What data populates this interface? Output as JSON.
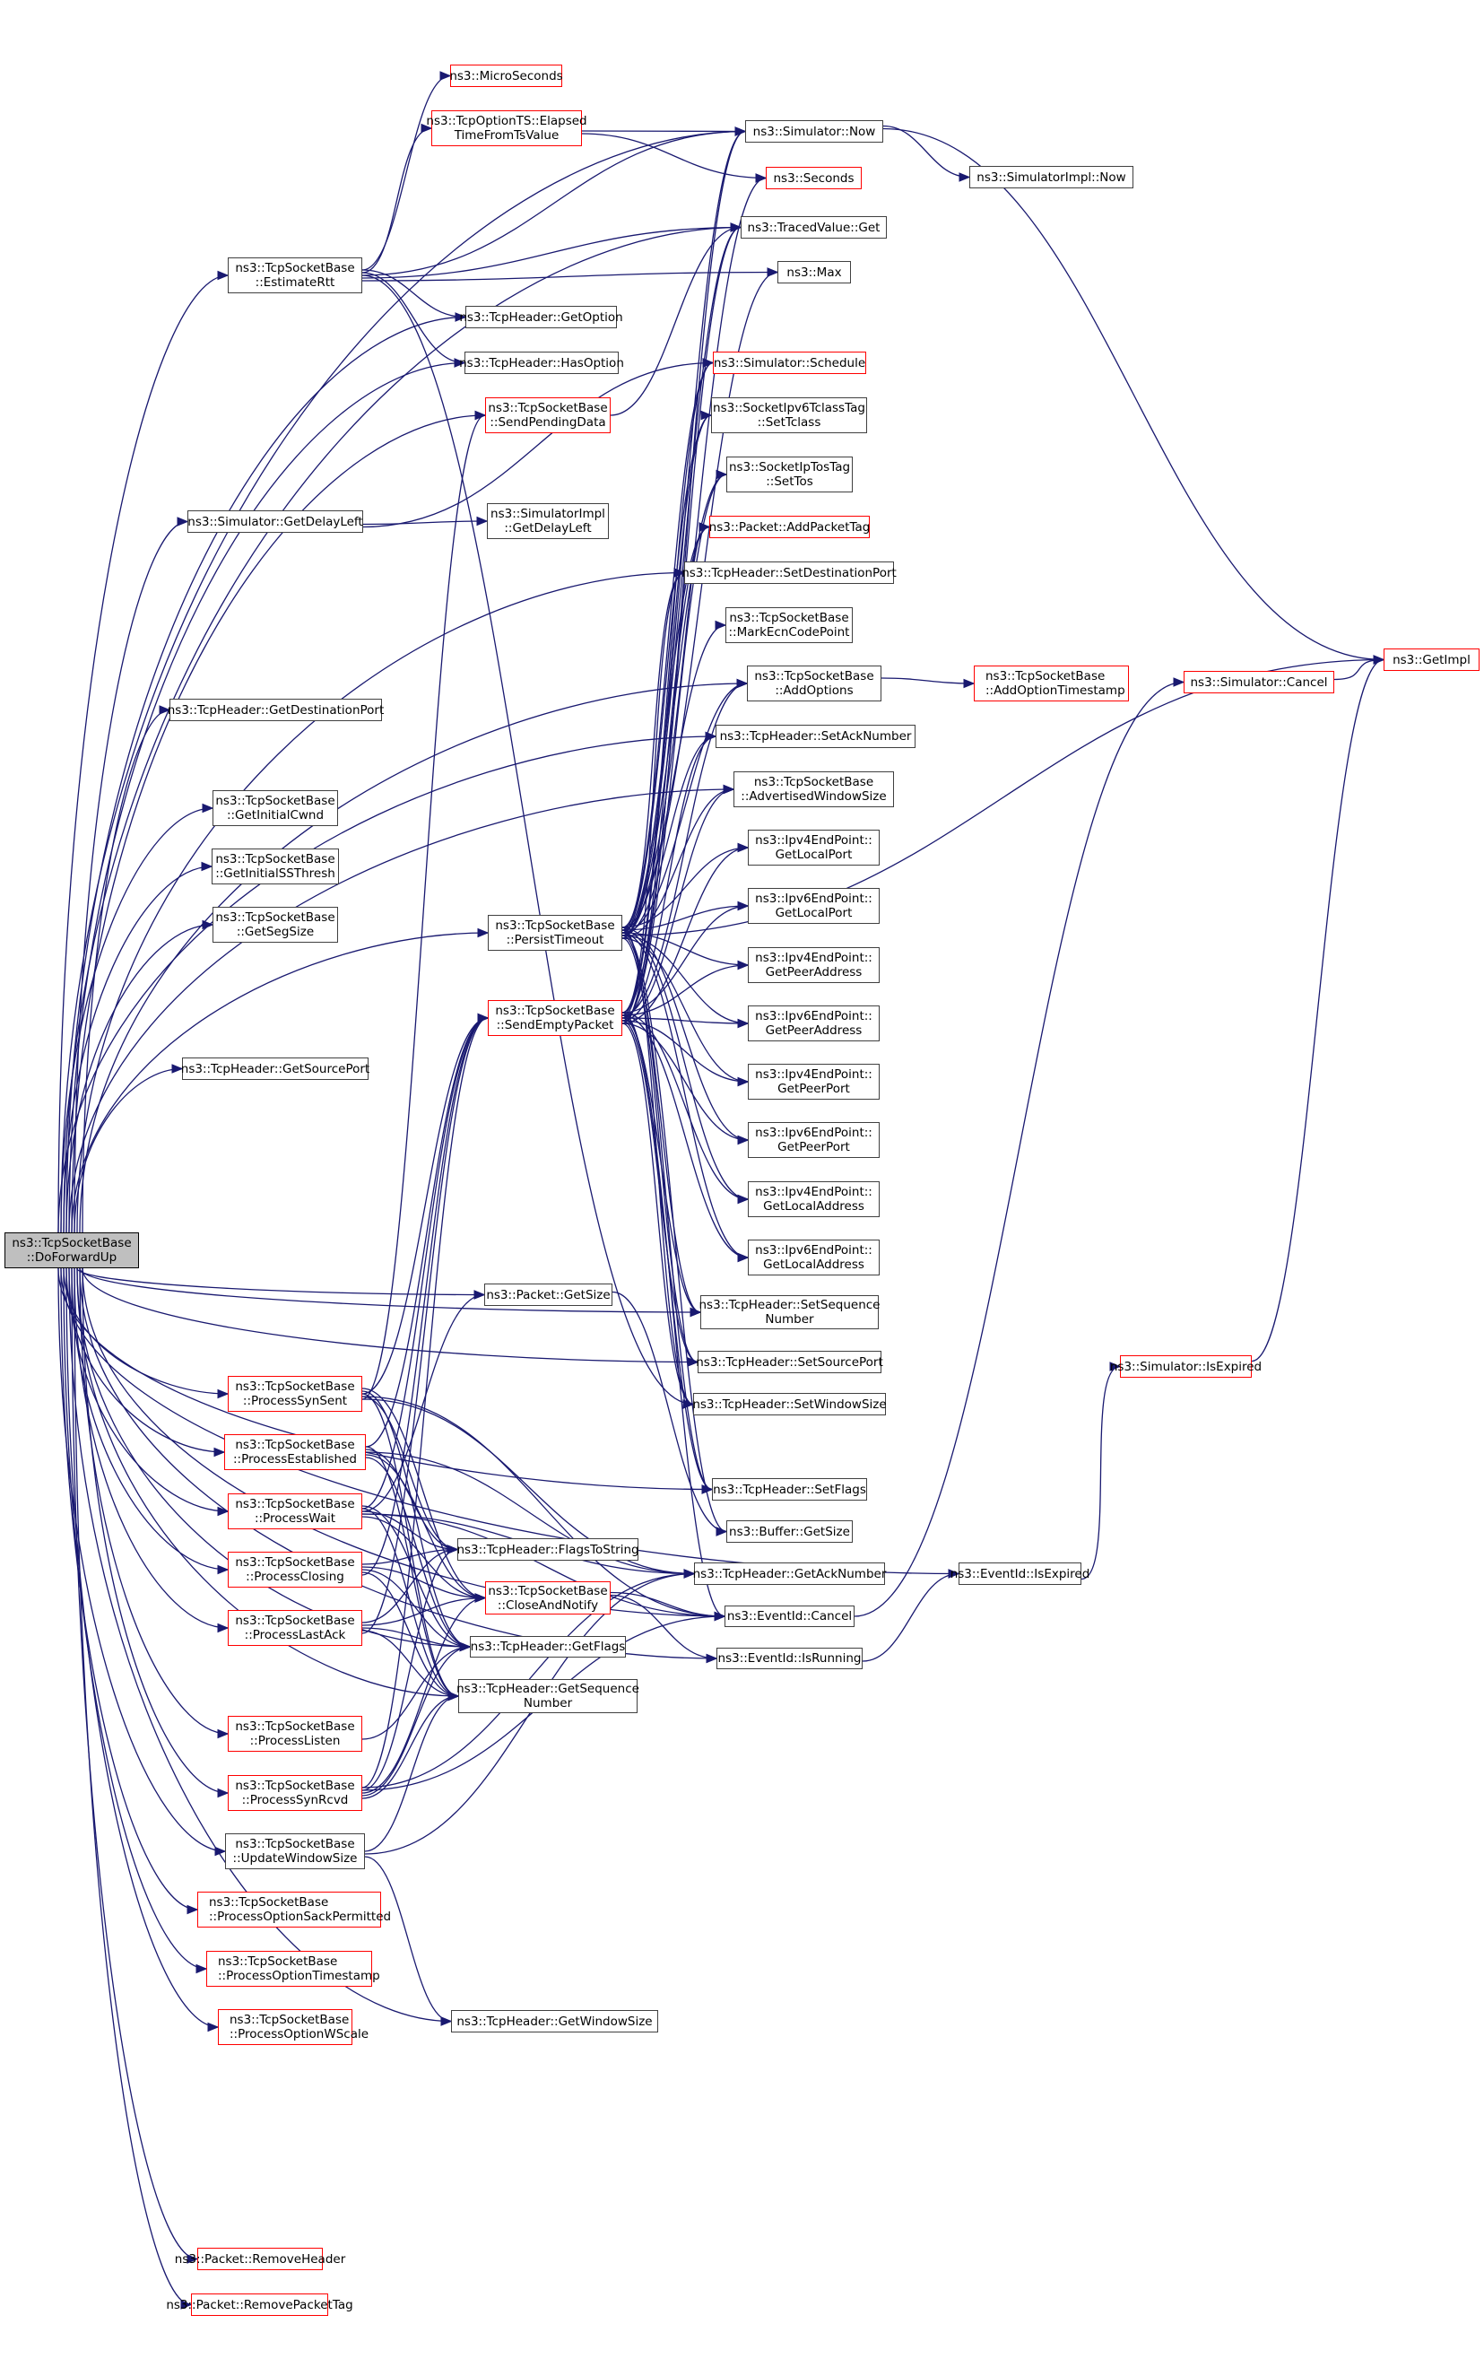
{
  "diagram": {
    "type": "call-graph",
    "root": "doforwardup",
    "colors": {
      "edge": "#191970",
      "node_border": "#404040",
      "undocumented_border": "#ff0000",
      "root_fill": "#bfbfbf"
    },
    "nodes": [
      {
        "id": "doforwardup",
        "label": "ns3::TcpSocketBase\n::DoForwardUp",
        "style": "root"
      },
      {
        "id": "estimatertt",
        "label": "ns3::TcpSocketBase\n::EstimateRtt",
        "style": "normal"
      },
      {
        "id": "microseconds",
        "label": "ns3::MicroSeconds",
        "style": "red"
      },
      {
        "id": "elapsedtime",
        "label": "ns3::TcpOptionTS::Elapsed\nTimeFromTsValue",
        "style": "red"
      },
      {
        "id": "simnow",
        "label": "ns3::Simulator::Now",
        "style": "normal"
      },
      {
        "id": "simimplnow",
        "label": "ns3::SimulatorImpl::Now",
        "style": "normal"
      },
      {
        "id": "seconds",
        "label": "ns3::Seconds",
        "style": "red"
      },
      {
        "id": "tracedget",
        "label": "ns3::TracedValue::Get",
        "style": "normal"
      },
      {
        "id": "max",
        "label": "ns3::Max",
        "style": "normal"
      },
      {
        "id": "getoption",
        "label": "ns3::TcpHeader::GetOption",
        "style": "normal"
      },
      {
        "id": "hasoption",
        "label": "ns3::TcpHeader::HasOption",
        "style": "normal"
      },
      {
        "id": "schedule",
        "label": "ns3::Simulator::Schedule",
        "style": "red"
      },
      {
        "id": "sendpending",
        "label": "ns3::TcpSocketBase\n::SendPendingData",
        "style": "red"
      },
      {
        "id": "settclass",
        "label": "ns3::SocketIpv6TclassTag\n::SetTclass",
        "style": "normal"
      },
      {
        "id": "settos",
        "label": "ns3::SocketIpTosTag\n::SetTos",
        "style": "normal"
      },
      {
        "id": "getdelayleft",
        "label": "ns3::Simulator::GetDelayLeft",
        "style": "normal"
      },
      {
        "id": "implgetdelayleft",
        "label": "ns3::SimulatorImpl\n::GetDelayLeft",
        "style": "normal"
      },
      {
        "id": "addpackettag",
        "label": "ns3::Packet::AddPacketTag",
        "style": "red"
      },
      {
        "id": "setdestport",
        "label": "ns3::TcpHeader::SetDestinationPort",
        "style": "normal"
      },
      {
        "id": "markecn",
        "label": "ns3::TcpSocketBase\n::MarkEcnCodePoint",
        "style": "normal"
      },
      {
        "id": "addoptions",
        "label": "ns3::TcpSocketBase\n::AddOptions",
        "style": "normal"
      },
      {
        "id": "addopttimestamp",
        "label": "ns3::TcpSocketBase\n::AddOptionTimestamp",
        "style": "red"
      },
      {
        "id": "getimpl",
        "label": "ns3::GetImpl",
        "style": "red"
      },
      {
        "id": "simcancel",
        "label": "ns3::Simulator::Cancel",
        "style": "red"
      },
      {
        "id": "getdestport",
        "label": "ns3::TcpHeader::GetDestinationPort",
        "style": "normal"
      },
      {
        "id": "setacknumber",
        "label": "ns3::TcpHeader::SetAckNumber",
        "style": "normal"
      },
      {
        "id": "advwindow",
        "label": "ns3::TcpSocketBase\n::AdvertisedWindowSize",
        "style": "normal"
      },
      {
        "id": "getinitialcwnd",
        "label": "ns3::TcpSocketBase\n::GetInitialCwnd",
        "style": "normal"
      },
      {
        "id": "getinitialssthresh",
        "label": "ns3::TcpSocketBase\n::GetInitialSSThresh",
        "style": "normal"
      },
      {
        "id": "getsegsize",
        "label": "ns3::TcpSocketBase\n::GetSegSize",
        "style": "normal"
      },
      {
        "id": "persisttimeout",
        "label": "ns3::TcpSocketBase\n::PersistTimeout",
        "style": "normal"
      },
      {
        "id": "sendemptypacket",
        "label": "ns3::TcpSocketBase\n::SendEmptyPacket",
        "style": "red"
      },
      {
        "id": "ipv4localport",
        "label": "ns3::Ipv4EndPoint::\nGetLocalPort",
        "style": "normal"
      },
      {
        "id": "ipv6localport",
        "label": "ns3::Ipv6EndPoint::\nGetLocalPort",
        "style": "normal"
      },
      {
        "id": "ipv4peeraddr",
        "label": "ns3::Ipv4EndPoint::\nGetPeerAddress",
        "style": "normal"
      },
      {
        "id": "ipv6peeraddr",
        "label": "ns3::Ipv6EndPoint::\nGetPeerAddress",
        "style": "normal"
      },
      {
        "id": "ipv4peerport",
        "label": "ns3::Ipv4EndPoint::\nGetPeerPort",
        "style": "normal"
      },
      {
        "id": "ipv6peerport",
        "label": "ns3::Ipv6EndPoint::\nGetPeerPort",
        "style": "normal"
      },
      {
        "id": "ipv4localaddr",
        "label": "ns3::Ipv4EndPoint::\nGetLocalAddress",
        "style": "normal"
      },
      {
        "id": "ipv6localaddr",
        "label": "ns3::Ipv6EndPoint::\nGetLocalAddress",
        "style": "normal"
      },
      {
        "id": "getsourceport",
        "label": "ns3::TcpHeader::GetSourcePort",
        "style": "normal"
      },
      {
        "id": "packetgetsize",
        "label": "ns3::Packet::GetSize",
        "style": "normal"
      },
      {
        "id": "setseqnum",
        "label": "ns3::TcpHeader::SetSequence\nNumber",
        "style": "normal"
      },
      {
        "id": "setsourceport",
        "label": "ns3::TcpHeader::SetSourcePort",
        "style": "normal"
      },
      {
        "id": "setwindowsize",
        "label": "ns3::TcpHeader::SetWindowSize",
        "style": "normal"
      },
      {
        "id": "simisexpired",
        "label": "ns3::Simulator::IsExpired",
        "style": "red"
      },
      {
        "id": "processsynsent",
        "label": "ns3::TcpSocketBase\n::ProcessSynSent",
        "style": "red"
      },
      {
        "id": "processestablished",
        "label": "ns3::TcpSocketBase\n::ProcessEstablished",
        "style": "red"
      },
      {
        "id": "processwait",
        "label": "ns3::TcpSocketBase\n::ProcessWait",
        "style": "red"
      },
      {
        "id": "setflags",
        "label": "ns3::TcpHeader::SetFlags",
        "style": "normal"
      },
      {
        "id": "buffergetsize",
        "label": "ns3::Buffer::GetSize",
        "style": "normal"
      },
      {
        "id": "processclosing",
        "label": "ns3::TcpSocketBase\n::ProcessClosing",
        "style": "red"
      },
      {
        "id": "flagstostring",
        "label": "ns3::TcpHeader::FlagsToString",
        "style": "normal"
      },
      {
        "id": "eventisexpired",
        "label": "ns3::EventId::IsExpired",
        "style": "normal"
      },
      {
        "id": "getacknumber",
        "label": "ns3::TcpHeader::GetAckNumber",
        "style": "normal"
      },
      {
        "id": "processlastack",
        "label": "ns3::TcpSocketBase\n::ProcessLastAck",
        "style": "red"
      },
      {
        "id": "closeandnotify",
        "label": "ns3::TcpSocketBase\n::CloseAndNotify",
        "style": "red"
      },
      {
        "id": "eventcancel",
        "label": "ns3::EventId::Cancel",
        "style": "normal"
      },
      {
        "id": "getflags",
        "label": "ns3::TcpHeader::GetFlags",
        "style": "normal"
      },
      {
        "id": "isrunning",
        "label": "ns3::EventId::IsRunning",
        "style": "normal"
      },
      {
        "id": "processlisten",
        "label": "ns3::TcpSocketBase\n::ProcessListen",
        "style": "red"
      },
      {
        "id": "getseqnum",
        "label": "ns3::TcpHeader::GetSequence\nNumber",
        "style": "normal"
      },
      {
        "id": "processsynrcvd",
        "label": "ns3::TcpSocketBase\n::ProcessSynRcvd",
        "style": "red"
      },
      {
        "id": "updatewindowsize",
        "label": "ns3::TcpSocketBase\n::UpdateWindowSize",
        "style": "normal"
      },
      {
        "id": "optsackpermitted",
        "label": "ns3::TcpSocketBase\n::ProcessOptionSackPermitted",
        "style": "red"
      },
      {
        "id": "opttimestamp",
        "label": "ns3::TcpSocketBase\n::ProcessOptionTimestamp",
        "style": "red"
      },
      {
        "id": "optwscale",
        "label": "ns3::TcpSocketBase\n::ProcessOptionWScale",
        "style": "red"
      },
      {
        "id": "getwindowsize",
        "label": "ns3::TcpHeader::GetWindowSize",
        "style": "normal"
      },
      {
        "id": "removeheader",
        "label": "ns3::Packet::RemoveHeader",
        "style": "red"
      },
      {
        "id": "removepackettag",
        "label": "ns3::Packet::RemovePacketTag",
        "style": "red"
      }
    ],
    "edges": [
      [
        "doforwardup",
        "estimatertt"
      ],
      [
        "doforwardup",
        "simnow"
      ],
      [
        "doforwardup",
        "tracedget"
      ],
      [
        "doforwardup",
        "getoption"
      ],
      [
        "doforwardup",
        "hasoption"
      ],
      [
        "doforwardup",
        "sendpending"
      ],
      [
        "doforwardup",
        "getdelayleft"
      ],
      [
        "doforwardup",
        "setdestport"
      ],
      [
        "doforwardup",
        "addoptions"
      ],
      [
        "doforwardup",
        "getdestport"
      ],
      [
        "doforwardup",
        "setacknumber"
      ],
      [
        "doforwardup",
        "getinitialcwnd"
      ],
      [
        "doforwardup",
        "getinitialssthresh"
      ],
      [
        "doforwardup",
        "getsegsize"
      ],
      [
        "doforwardup",
        "advwindow"
      ],
      [
        "doforwardup",
        "persisttimeout"
      ],
      [
        "doforwardup",
        "getsourceport"
      ],
      [
        "doforwardup",
        "packetgetsize"
      ],
      [
        "doforwardup",
        "setseqnum"
      ],
      [
        "doforwardup",
        "setsourceport"
      ],
      [
        "doforwardup",
        "setflags"
      ],
      [
        "doforwardup",
        "eventisexpired"
      ],
      [
        "doforwardup",
        "processsynsent"
      ],
      [
        "doforwardup",
        "processestablished"
      ],
      [
        "doforwardup",
        "processwait"
      ],
      [
        "doforwardup",
        "processclosing"
      ],
      [
        "doforwardup",
        "processlastack"
      ],
      [
        "doforwardup",
        "getflags"
      ],
      [
        "doforwardup",
        "processlisten"
      ],
      [
        "doforwardup",
        "processsynrcvd"
      ],
      [
        "doforwardup",
        "updatewindowsize"
      ],
      [
        "doforwardup",
        "optsackpermitted"
      ],
      [
        "doforwardup",
        "opttimestamp"
      ],
      [
        "doforwardup",
        "optwscale"
      ],
      [
        "doforwardup",
        "getwindowsize"
      ],
      [
        "doforwardup",
        "removeheader"
      ],
      [
        "doforwardup",
        "removepackettag"
      ],
      [
        "doforwardup",
        "getseqnum"
      ],
      [
        "doforwardup",
        "isrunning"
      ],
      [
        "doforwardup",
        "eventcancel"
      ],
      [
        "estimatertt",
        "microseconds"
      ],
      [
        "estimatertt",
        "elapsedtime"
      ],
      [
        "estimatertt",
        "simnow"
      ],
      [
        "estimatertt",
        "tracedget"
      ],
      [
        "estimatertt",
        "max"
      ],
      [
        "estimatertt",
        "getoption"
      ],
      [
        "estimatertt",
        "hasoption"
      ],
      [
        "estimatertt",
        "setwindowsize"
      ],
      [
        "elapsedtime",
        "simnow"
      ],
      [
        "elapsedtime",
        "seconds"
      ],
      [
        "simnow",
        "simimplnow"
      ],
      [
        "simnow",
        "getimpl"
      ],
      [
        "sendpending",
        "tracedget"
      ],
      [
        "getdelayleft",
        "implgetdelayleft"
      ],
      [
        "getdelayleft",
        "schedule"
      ],
      [
        "addoptions",
        "addopttimestamp"
      ],
      [
        "simcancel",
        "getimpl"
      ],
      [
        "persisttimeout",
        "simnow"
      ],
      [
        "persisttimeout",
        "seconds"
      ],
      [
        "persisttimeout",
        "tracedget"
      ],
      [
        "persisttimeout",
        "max"
      ],
      [
        "persisttimeout",
        "schedule"
      ],
      [
        "persisttimeout",
        "settclass"
      ],
      [
        "persisttimeout",
        "settos"
      ],
      [
        "persisttimeout",
        "addpackettag"
      ],
      [
        "persisttimeout",
        "setdestport"
      ],
      [
        "persisttimeout",
        "markecn"
      ],
      [
        "persisttimeout",
        "addoptions"
      ],
      [
        "persisttimeout",
        "setacknumber"
      ],
      [
        "persisttimeout",
        "advwindow"
      ],
      [
        "persisttimeout",
        "ipv4localport"
      ],
      [
        "persisttimeout",
        "ipv6localport"
      ],
      [
        "persisttimeout",
        "ipv4peeraddr"
      ],
      [
        "persisttimeout",
        "ipv6peeraddr"
      ],
      [
        "persisttimeout",
        "ipv4peerport"
      ],
      [
        "persisttimeout",
        "ipv6peerport"
      ],
      [
        "persisttimeout",
        "ipv4localaddr"
      ],
      [
        "persisttimeout",
        "ipv6localaddr"
      ],
      [
        "persisttimeout",
        "setseqnum"
      ],
      [
        "persisttimeout",
        "setsourceport"
      ],
      [
        "persisttimeout",
        "setwindowsize"
      ],
      [
        "persisttimeout",
        "setflags"
      ],
      [
        "persisttimeout",
        "buffergetsize"
      ],
      [
        "persisttimeout",
        "getimpl"
      ],
      [
        "sendemptypacket",
        "simnow"
      ],
      [
        "sendemptypacket",
        "tracedget"
      ],
      [
        "sendemptypacket",
        "schedule"
      ],
      [
        "sendemptypacket",
        "settclass"
      ],
      [
        "sendemptypacket",
        "settos"
      ],
      [
        "sendemptypacket",
        "addpackettag"
      ],
      [
        "sendemptypacket",
        "setdestport"
      ],
      [
        "sendemptypacket",
        "addoptions"
      ],
      [
        "sendemptypacket",
        "setacknumber"
      ],
      [
        "sendemptypacket",
        "advwindow"
      ],
      [
        "sendemptypacket",
        "ipv4localport"
      ],
      [
        "sendemptypacket",
        "ipv6localport"
      ],
      [
        "sendemptypacket",
        "ipv4peeraddr"
      ],
      [
        "sendemptypacket",
        "ipv6peeraddr"
      ],
      [
        "sendemptypacket",
        "ipv4peerport"
      ],
      [
        "sendemptypacket",
        "ipv6peerport"
      ],
      [
        "sendemptypacket",
        "ipv4localaddr"
      ],
      [
        "sendemptypacket",
        "ipv6localaddr"
      ],
      [
        "sendemptypacket",
        "setseqnum"
      ],
      [
        "sendemptypacket",
        "setsourceport"
      ],
      [
        "sendemptypacket",
        "setwindowsize"
      ],
      [
        "sendemptypacket",
        "setflags"
      ],
      [
        "sendemptypacket",
        "eventcancel"
      ],
      [
        "processsynsent",
        "sendemptypacket"
      ],
      [
        "processsynsent",
        "flagstostring"
      ],
      [
        "processsynsent",
        "getacknumber"
      ],
      [
        "processsynsent",
        "closeandnotify"
      ],
      [
        "processsynsent",
        "getflags"
      ],
      [
        "processsynsent",
        "getseqnum"
      ],
      [
        "processsynsent",
        "eventcancel"
      ],
      [
        "processsynsent",
        "sendpending"
      ],
      [
        "processestablished",
        "sendemptypacket"
      ],
      [
        "processestablished",
        "flagstostring"
      ],
      [
        "processestablished",
        "getacknumber"
      ],
      [
        "processestablished",
        "closeandnotify"
      ],
      [
        "processestablished",
        "getflags"
      ],
      [
        "processestablished",
        "getseqnum"
      ],
      [
        "processwait",
        "sendemptypacket"
      ],
      [
        "processwait",
        "flagstostring"
      ],
      [
        "processwait",
        "getacknumber"
      ],
      [
        "processwait",
        "closeandnotify"
      ],
      [
        "processwait",
        "getflags"
      ],
      [
        "processwait",
        "getseqnum"
      ],
      [
        "processwait",
        "packetgetsize"
      ],
      [
        "processwait",
        "eventcancel"
      ],
      [
        "processclosing",
        "sendemptypacket"
      ],
      [
        "processclosing",
        "flagstostring"
      ],
      [
        "processclosing",
        "closeandnotify"
      ],
      [
        "processclosing",
        "getflags"
      ],
      [
        "processclosing",
        "getseqnum"
      ],
      [
        "processlastack",
        "sendemptypacket"
      ],
      [
        "processlastack",
        "flagstostring"
      ],
      [
        "processlastack",
        "closeandnotify"
      ],
      [
        "processlastack",
        "getflags"
      ],
      [
        "processlastack",
        "getseqnum"
      ],
      [
        "processlisten",
        "getflags"
      ],
      [
        "processsynrcvd",
        "sendemptypacket"
      ],
      [
        "processsynrcvd",
        "flagstostring"
      ],
      [
        "processsynrcvd",
        "closeandnotify"
      ],
      [
        "processsynrcvd",
        "getflags"
      ],
      [
        "processsynrcvd",
        "getseqnum"
      ],
      [
        "processsynrcvd",
        "getacknumber"
      ],
      [
        "processsynrcvd",
        "eventcancel"
      ],
      [
        "updatewindowsize",
        "getseqnum"
      ],
      [
        "updatewindowsize",
        "getacknumber"
      ],
      [
        "updatewindowsize",
        "getwindowsize"
      ],
      [
        "closeandnotify",
        "eventcancel"
      ],
      [
        "closeandnotify",
        "isrunning"
      ],
      [
        "eventcancel",
        "simcancel"
      ],
      [
        "isrunning",
        "eventisexpired"
      ],
      [
        "eventisexpired",
        "simisexpired"
      ],
      [
        "simisexpired",
        "getimpl"
      ],
      [
        "packetgetsize",
        "buffergetsize"
      ]
    ]
  }
}
